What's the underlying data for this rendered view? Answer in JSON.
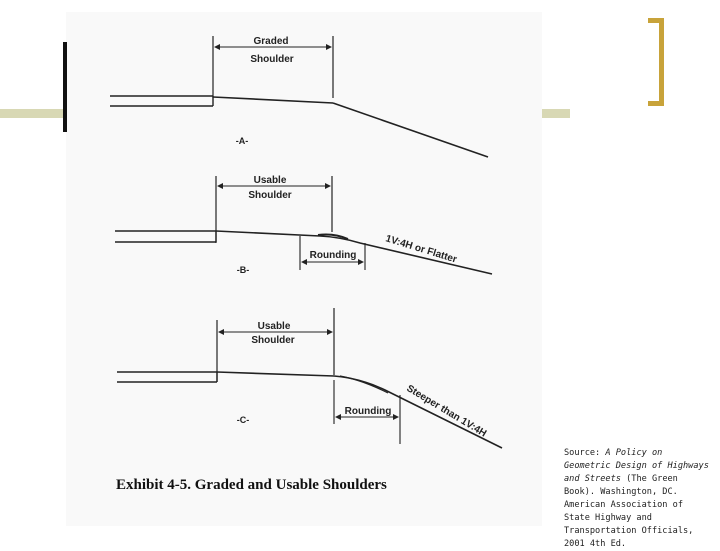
{
  "figure": {
    "diagram_a": {
      "dimension_label_line1": "Graded",
      "dimension_label_line2": "Shoulder",
      "case_label": "-A-"
    },
    "diagram_b": {
      "dimension_label_line1": "Usable",
      "dimension_label_line2": "Shoulder",
      "rounding_label": "Rounding",
      "slope_label": "1V:4H or Flatter",
      "case_label": "-B-"
    },
    "diagram_c": {
      "dimension_label_line1": "Usable",
      "dimension_label_line2": "Shoulder",
      "rounding_label": "Rounding",
      "slope_label": "Steeper than 1V:4H",
      "case_label": "-C-"
    },
    "caption": "Exhibit 4-5.  Graded and Usable Shoulders"
  },
  "source": {
    "prefix": "Source: ",
    "title": "A Policy on Geometric Design of Highways and Streets",
    "rest": " (The Green Book). Washington, DC. American Association of State Highway and Transportation Officials, 2001 4th Ed."
  },
  "colors": {
    "accent_bracket": "#c8a33a",
    "accent_bar": "#d8d8b4"
  }
}
